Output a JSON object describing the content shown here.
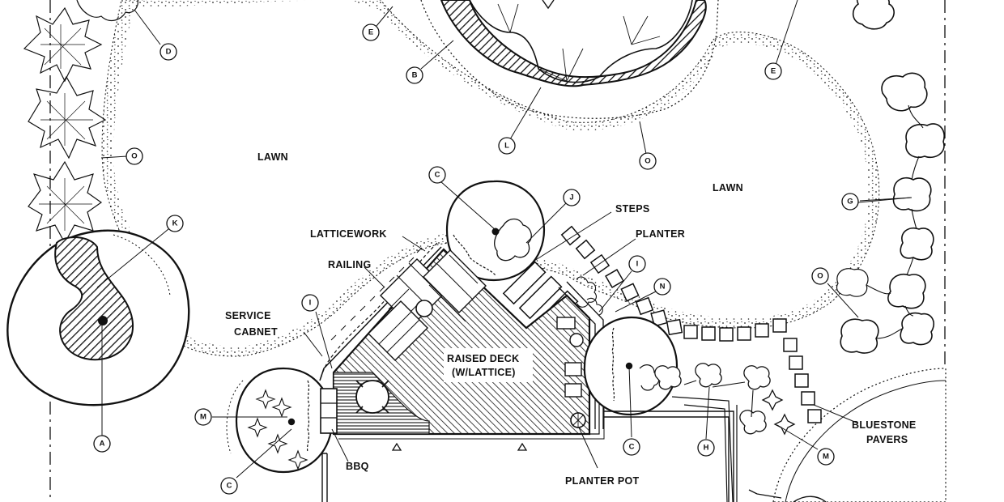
{
  "labels": {
    "lawn_left": "LAWN",
    "lawn_right": "LAWN",
    "steps": "STEPS",
    "planter": "PLANTER",
    "latticework": "LATTICEWORK",
    "railing": "RAILING",
    "service_line1": "SERVICE",
    "service_line2": "CABNET",
    "deck_line1": "RAISED DECK",
    "deck_line2": "(W/LATTICE)",
    "bbq": "BBQ",
    "planter_pot": "PLANTER POT",
    "bluestone_line1": "BLUESTONE",
    "bluestone_line2": "PAVERS"
  },
  "keys": {
    "d": "D",
    "e": "E",
    "b": "B",
    "e2": "E",
    "o_left": "O",
    "l": "L",
    "o_top": "O",
    "k": "K",
    "c_top": "C",
    "j": "J",
    "g": "G",
    "i_right": "I",
    "n": "N",
    "o_right": "O",
    "i_left": "I",
    "m_left": "M",
    "c_left": "C",
    "a": "A",
    "c_bottom": "C",
    "h": "H",
    "m_right": "M"
  }
}
